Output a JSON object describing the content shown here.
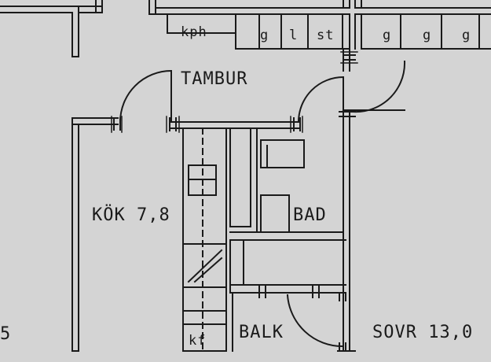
{
  "rooms": {
    "tambur": "TAMBUR",
    "kok": "KÖK 7,8",
    "bad": "BAD",
    "balk": "BALK",
    "sovr": "SOVR 13,0",
    "edge_number": "5"
  },
  "fixtures": {
    "kph": "kph",
    "g1": "g",
    "l": "l",
    "st": "st",
    "g2": "g",
    "g3": "g",
    "g4": "g",
    "kf": "kf"
  },
  "colors": {
    "background": "#d4d4d4",
    "ink": "#1a1a1a"
  }
}
